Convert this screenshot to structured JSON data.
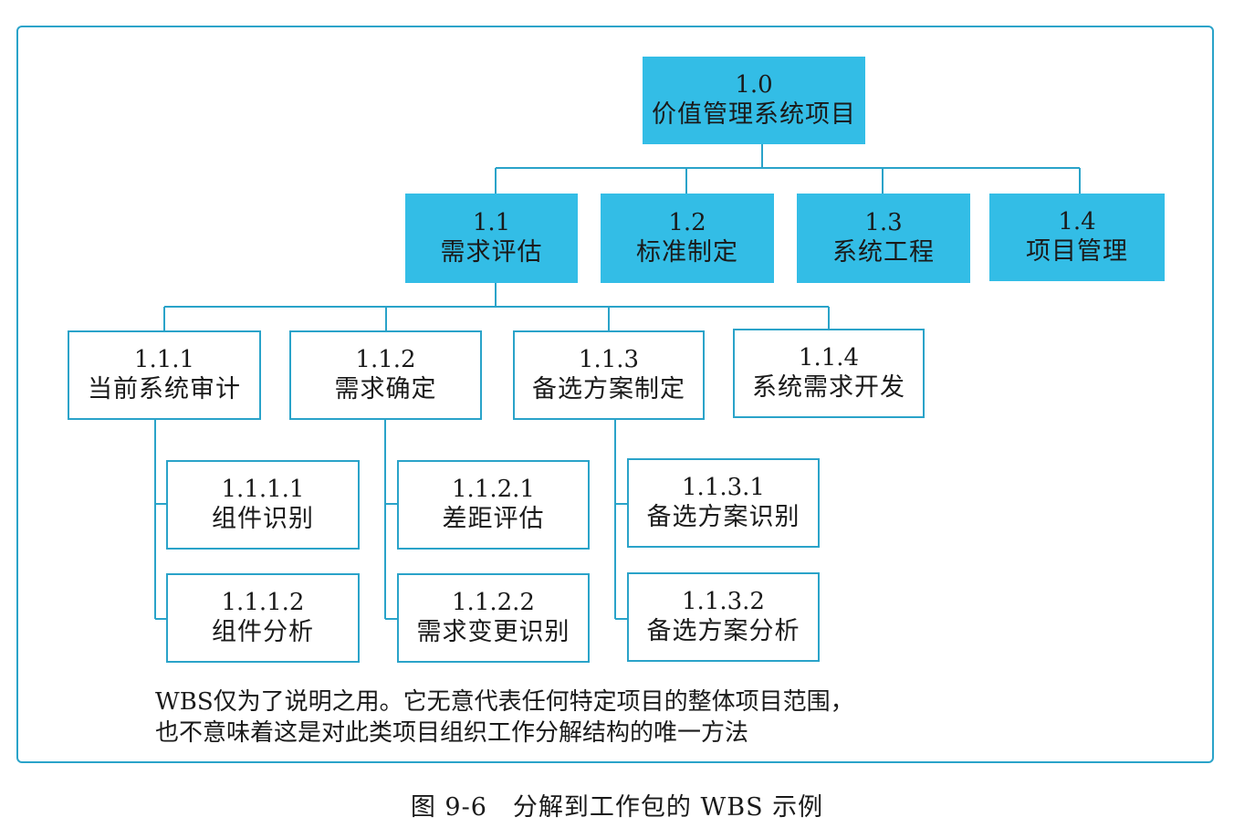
{
  "wbs": {
    "root": {
      "code": "1.0",
      "label": "价值管理系统项目"
    },
    "level1": [
      {
        "code": "1.1",
        "label": "需求评估"
      },
      {
        "code": "1.2",
        "label": "标准制定"
      },
      {
        "code": "1.3",
        "label": "系统工程"
      },
      {
        "code": "1.4",
        "label": "项目管理"
      }
    ],
    "level2": [
      {
        "code": "1.1.1",
        "label": "当前系统审计"
      },
      {
        "code": "1.1.2",
        "label": "需求确定"
      },
      {
        "code": "1.1.3",
        "label": "备选方案制定"
      },
      {
        "code": "1.1.4",
        "label": "系统需求开发"
      }
    ],
    "level3": [
      {
        "code": "1.1.1.1",
        "label": "组件识别"
      },
      {
        "code": "1.1.1.2",
        "label": "组件分析"
      },
      {
        "code": "1.1.2.1",
        "label": "差距评估"
      },
      {
        "code": "1.1.2.2",
        "label": "需求变更识别"
      },
      {
        "code": "1.1.3.1",
        "label": "备选方案识别"
      },
      {
        "code": "1.1.3.2",
        "label": "备选方案分析"
      }
    ]
  },
  "note": {
    "line1": "WBS仅为了说明之用。它无意代表任何特定项目的整体项目范围，",
    "line2": "也不意味着这是对此类项目组织工作分解结构的唯一方法"
  },
  "caption": "图 9-6　分解到工作包的 WBS 示例",
  "colors": {
    "fill": "#33bde6",
    "line": "#2aa3c9"
  }
}
